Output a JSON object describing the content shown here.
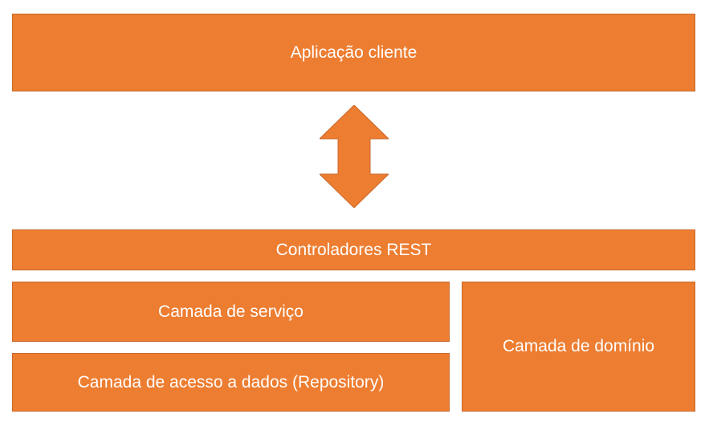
{
  "diagram": {
    "client_app": "Aplicação cliente",
    "rest_controllers": "Controladores REST",
    "service_layer": "Camada de serviço",
    "data_access_layer": "Camada de acesso a dados (Repository)",
    "domain_layer": "Camada de domínio"
  },
  "colors": {
    "box_fill": "#ed7d31",
    "box_text": "#ffffff",
    "arrow_fill": "#ed7d31"
  },
  "icons": {
    "connector": "double-headed-vertical-arrow-icon"
  }
}
